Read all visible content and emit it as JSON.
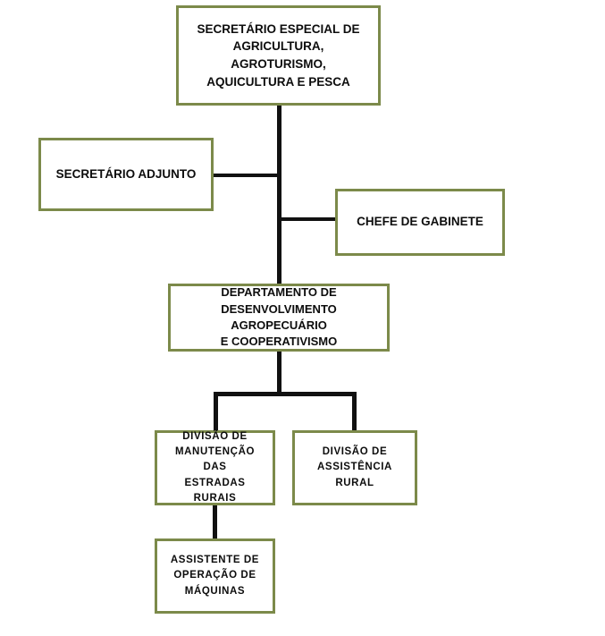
{
  "chart": {
    "type": "org-chart",
    "title": "",
    "theme": {
      "box_border_color": "#7c8a4a",
      "box_fill_color": "#ffffff",
      "connector_color": "#111111",
      "text_color": "#0d0d0d",
      "background": "#ffffff"
    },
    "nodes": [
      {
        "id": "secretario-especial",
        "label": "SECRETÁRIO ESPECIAL DE\nAGRICULTURA, AGROTURISMO,\nAQUICULTURA E PESCA",
        "level": 1
      },
      {
        "id": "secretario-adjunto",
        "label": "SECRETÁRIO ADJUNTO",
        "level": 2
      },
      {
        "id": "chefe-gabinete",
        "label": "CHEFE DE GABINETE",
        "level": 2
      },
      {
        "id": "departamento",
        "label": "DEPARTAMENTO DE\nDESENVOLVIMENTO AGROPECUÁRIO\nE COOPERATIVISMO",
        "level": 3
      },
      {
        "id": "divisao-manutencao",
        "label": "DIVISÃO DE\nMANUTENÇÃO DAS\nESTRADAS RURAIS",
        "level": 4
      },
      {
        "id": "divisao-assistencia",
        "label": "DIVISÃO DE\nASSISTÊNCIA RURAL",
        "level": 4
      },
      {
        "id": "assistente-maquinas",
        "label": "ASSISTENTE DE\nOPERAÇÃO DE\nMÁQUINAS",
        "level": 5
      }
    ],
    "edges": [
      {
        "from": "secretario-especial",
        "to": "secretario-adjunto"
      },
      {
        "from": "secretario-especial",
        "to": "chefe-gabinete"
      },
      {
        "from": "secretario-especial",
        "to": "departamento"
      },
      {
        "from": "departamento",
        "to": "divisao-manutencao"
      },
      {
        "from": "departamento",
        "to": "divisao-assistencia"
      },
      {
        "from": "divisao-manutencao",
        "to": "assistente-maquinas"
      }
    ]
  }
}
